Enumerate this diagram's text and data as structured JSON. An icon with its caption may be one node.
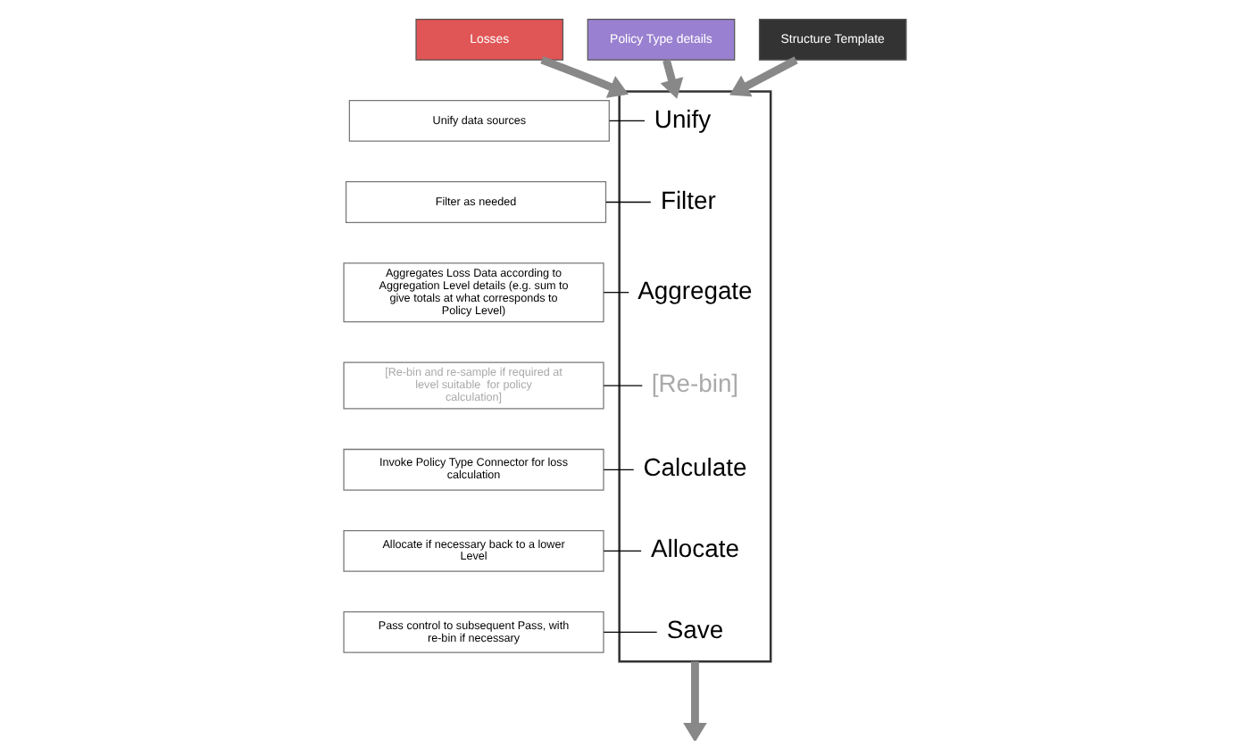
{
  "diagram": {
    "nodes": [
      {
        "text": [
          "Losses"
        ]
      },
      {
        "text": [
          "Policy Type details"
        ]
      },
      {
        "text": [
          "Structure Template"
        ]
      },
      {
        "text": [],
        "shape": "box"
      },
      {
        "text": [
          "Unify data sources"
        ]
      },
      {
        "text": [
          "Unify"
        ],
        "in": 3
      },
      {
        "text": [
          "Filter as needed"
        ]
      },
      {
        "text": [
          "Filter"
        ],
        "in": 3
      },
      {
        "text": [
          "Aggregates Loss Data according to Aggregation Level details (e.g. sum to give totals at what corresponds to Policy Level)"
        ]
      },
      {
        "text": [
          "Aggregate"
        ],
        "in": 3
      },
      {
        "text": [
          "[Re-bin and re-sample if required at level suitable  for policy calculation]"
        ]
      },
      {
        "text": [
          "[Re-bin]"
        ],
        "in": 3
      },
      {
        "text": [
          "Invoke Policy Type Connector for loss calculation"
        ]
      },
      {
        "text": [
          "Calculate"
        ],
        "in": 3
      },
      {
        "text": [
          "Allocate if necessary back to a lower Level"
        ]
      },
      {
        "text": [
          "Allocate"
        ],
        "in": 3
      },
      {
        "text": [
          "Pass control to subsequent Pass, with re-bin if necessary"
        ]
      },
      {
        "text": [
          "Save"
        ],
        "in": 3
      }
    ],
    "edges": [
      {
        "from": 0,
        "to": 3,
        "arrow": "to",
        "style": "thick",
        "color": "#888888"
      },
      {
        "from": 1,
        "to": 3,
        "arrow": "to",
        "style": "thick",
        "color": "#888888"
      },
      {
        "from": 2,
        "to": 3,
        "arrow": "to",
        "style": "thick",
        "color": "#888888"
      },
      {
        "from": 4,
        "to": 5,
        "arrow": "none"
      },
      {
        "from": 6,
        "to": 7,
        "arrow": "none"
      },
      {
        "from": 8,
        "to": 9,
        "arrow": "none"
      },
      {
        "from": 10,
        "to": 11,
        "arrow": "none"
      },
      {
        "from": 12,
        "to": 13,
        "arrow": "none"
      },
      {
        "from": 14,
        "to": 15,
        "arrow": "none"
      },
      {
        "from": 16,
        "to": 17,
        "arrow": "none"
      },
      {
        "from": 3,
        "to": null,
        "arrow": "to",
        "style": "thick",
        "color": "#888888"
      }
    ]
  }
}
